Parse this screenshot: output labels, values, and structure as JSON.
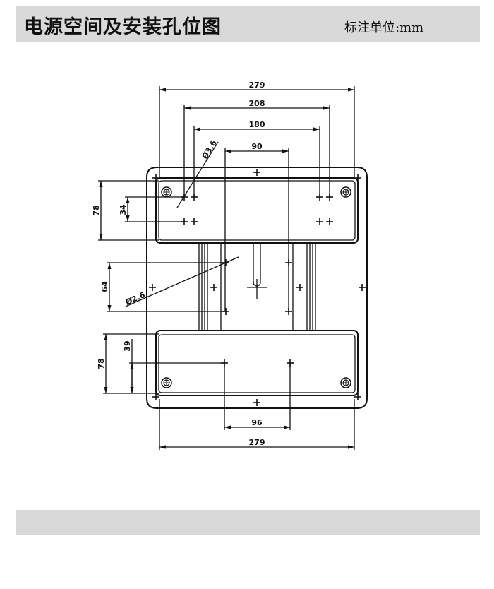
{
  "header": {
    "title": "电源空间及安装孔位图",
    "units": "标注单位:mm"
  },
  "drawing": {
    "dimensions": {
      "top_overall_width": "279",
      "top_hole_span_outer": "208",
      "top_hole_span_inner": "180",
      "center_span": "90",
      "left_top_height": "78",
      "left_top_hole_spacing": "34",
      "top_hole_diameter": "Ø3.6",
      "middle_hole_spacing": "64",
      "middle_hole_diameter": "Ø2.6",
      "bottom_height": "78",
      "bottom_hole_offset": "39",
      "bottom_hole_span": "96",
      "bottom_overall_width": "279"
    }
  }
}
